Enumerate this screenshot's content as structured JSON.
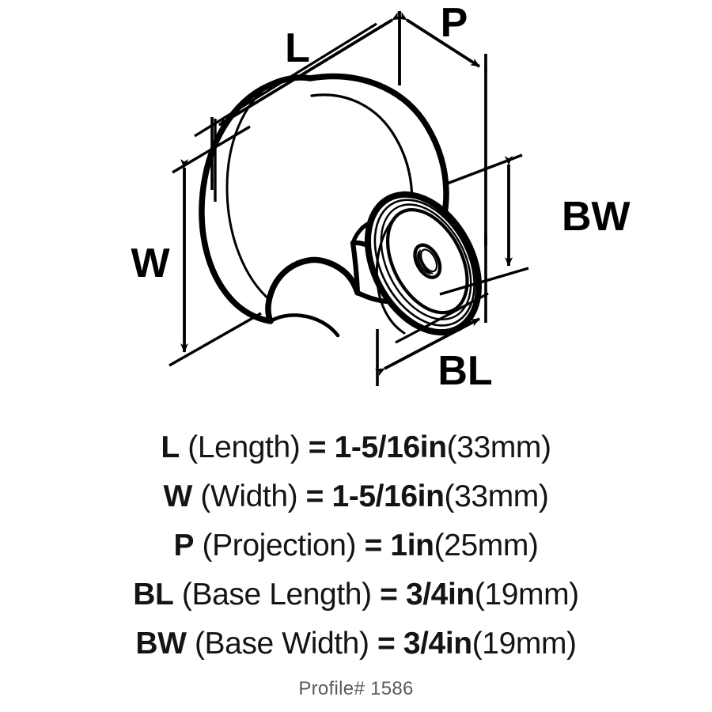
{
  "product": {
    "type": "cabinet-knob",
    "view": "isometric-dimension-drawing"
  },
  "diagram": {
    "labels": {
      "L": "L",
      "W": "W",
      "P": "P",
      "BL": "BL",
      "BW": "BW"
    }
  },
  "specs": [
    {
      "symbol": "L",
      "name": "(Length)",
      "equals": "=",
      "value": "1-5/16in",
      "metric": "(33mm)"
    },
    {
      "symbol": "W",
      "name": "(Width)",
      "equals": "=",
      "value": "1-5/16in",
      "metric": "(33mm)"
    },
    {
      "symbol": "P",
      "name": "(Projection)",
      "equals": "=",
      "value": "1in",
      "metric": "(25mm)"
    },
    {
      "symbol": "BL",
      "name": "(Base Length)",
      "equals": "=",
      "value": "3/4in",
      "metric": "(19mm)"
    },
    {
      "symbol": "BW",
      "name": "(Base Width)",
      "equals": "=",
      "value": "3/4in",
      "metric": "(19mm)"
    }
  ],
  "footer": {
    "profile": "Profile# 1586"
  },
  "colors": {
    "ink": "#141414",
    "line": "#000000",
    "background": "#ffffff",
    "muted": "#5b5b5b"
  }
}
